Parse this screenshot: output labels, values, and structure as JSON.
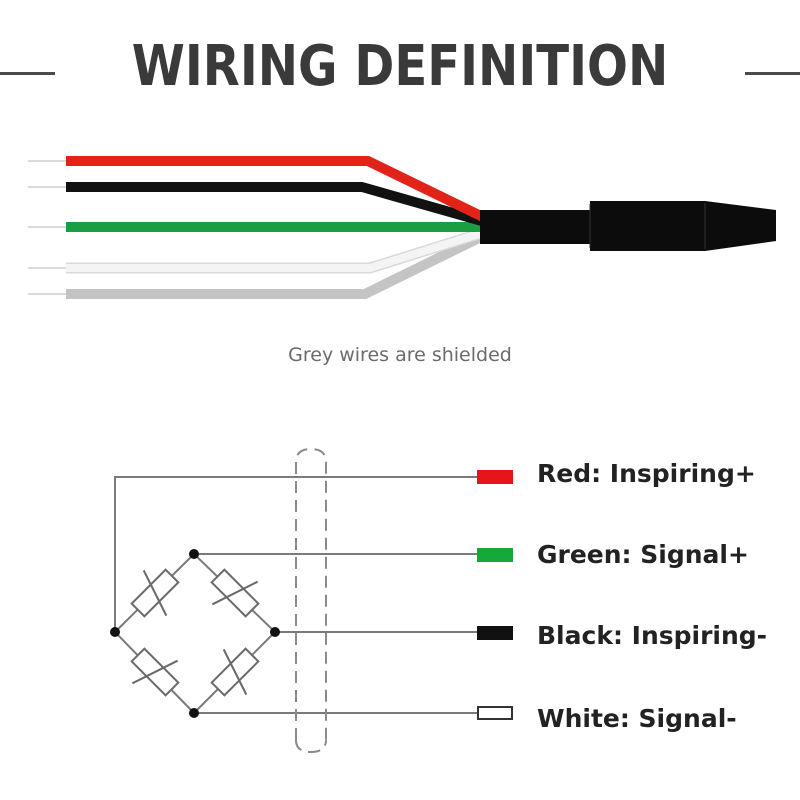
{
  "header": {
    "title": "WIRING DEFINITION"
  },
  "cable": {
    "caption": "Grey wires are shielded",
    "wires": [
      {
        "name": "red",
        "color": "#e2231a"
      },
      {
        "name": "black",
        "color": "#111111"
      },
      {
        "name": "green",
        "color": "#1a9e3f"
      },
      {
        "name": "white",
        "color": "#eeeeee"
      },
      {
        "name": "grey",
        "color": "#c4c4c4"
      }
    ]
  },
  "legend": {
    "items": [
      {
        "label": "Red: Inspiring+",
        "color": "#e8141c"
      },
      {
        "label": "Green: Signal+",
        "color": "#15a83a"
      },
      {
        "label": "Black: Inspiring-",
        "color": "#111111"
      },
      {
        "label": "White: Signal-",
        "color": "#ffffff"
      }
    ]
  }
}
